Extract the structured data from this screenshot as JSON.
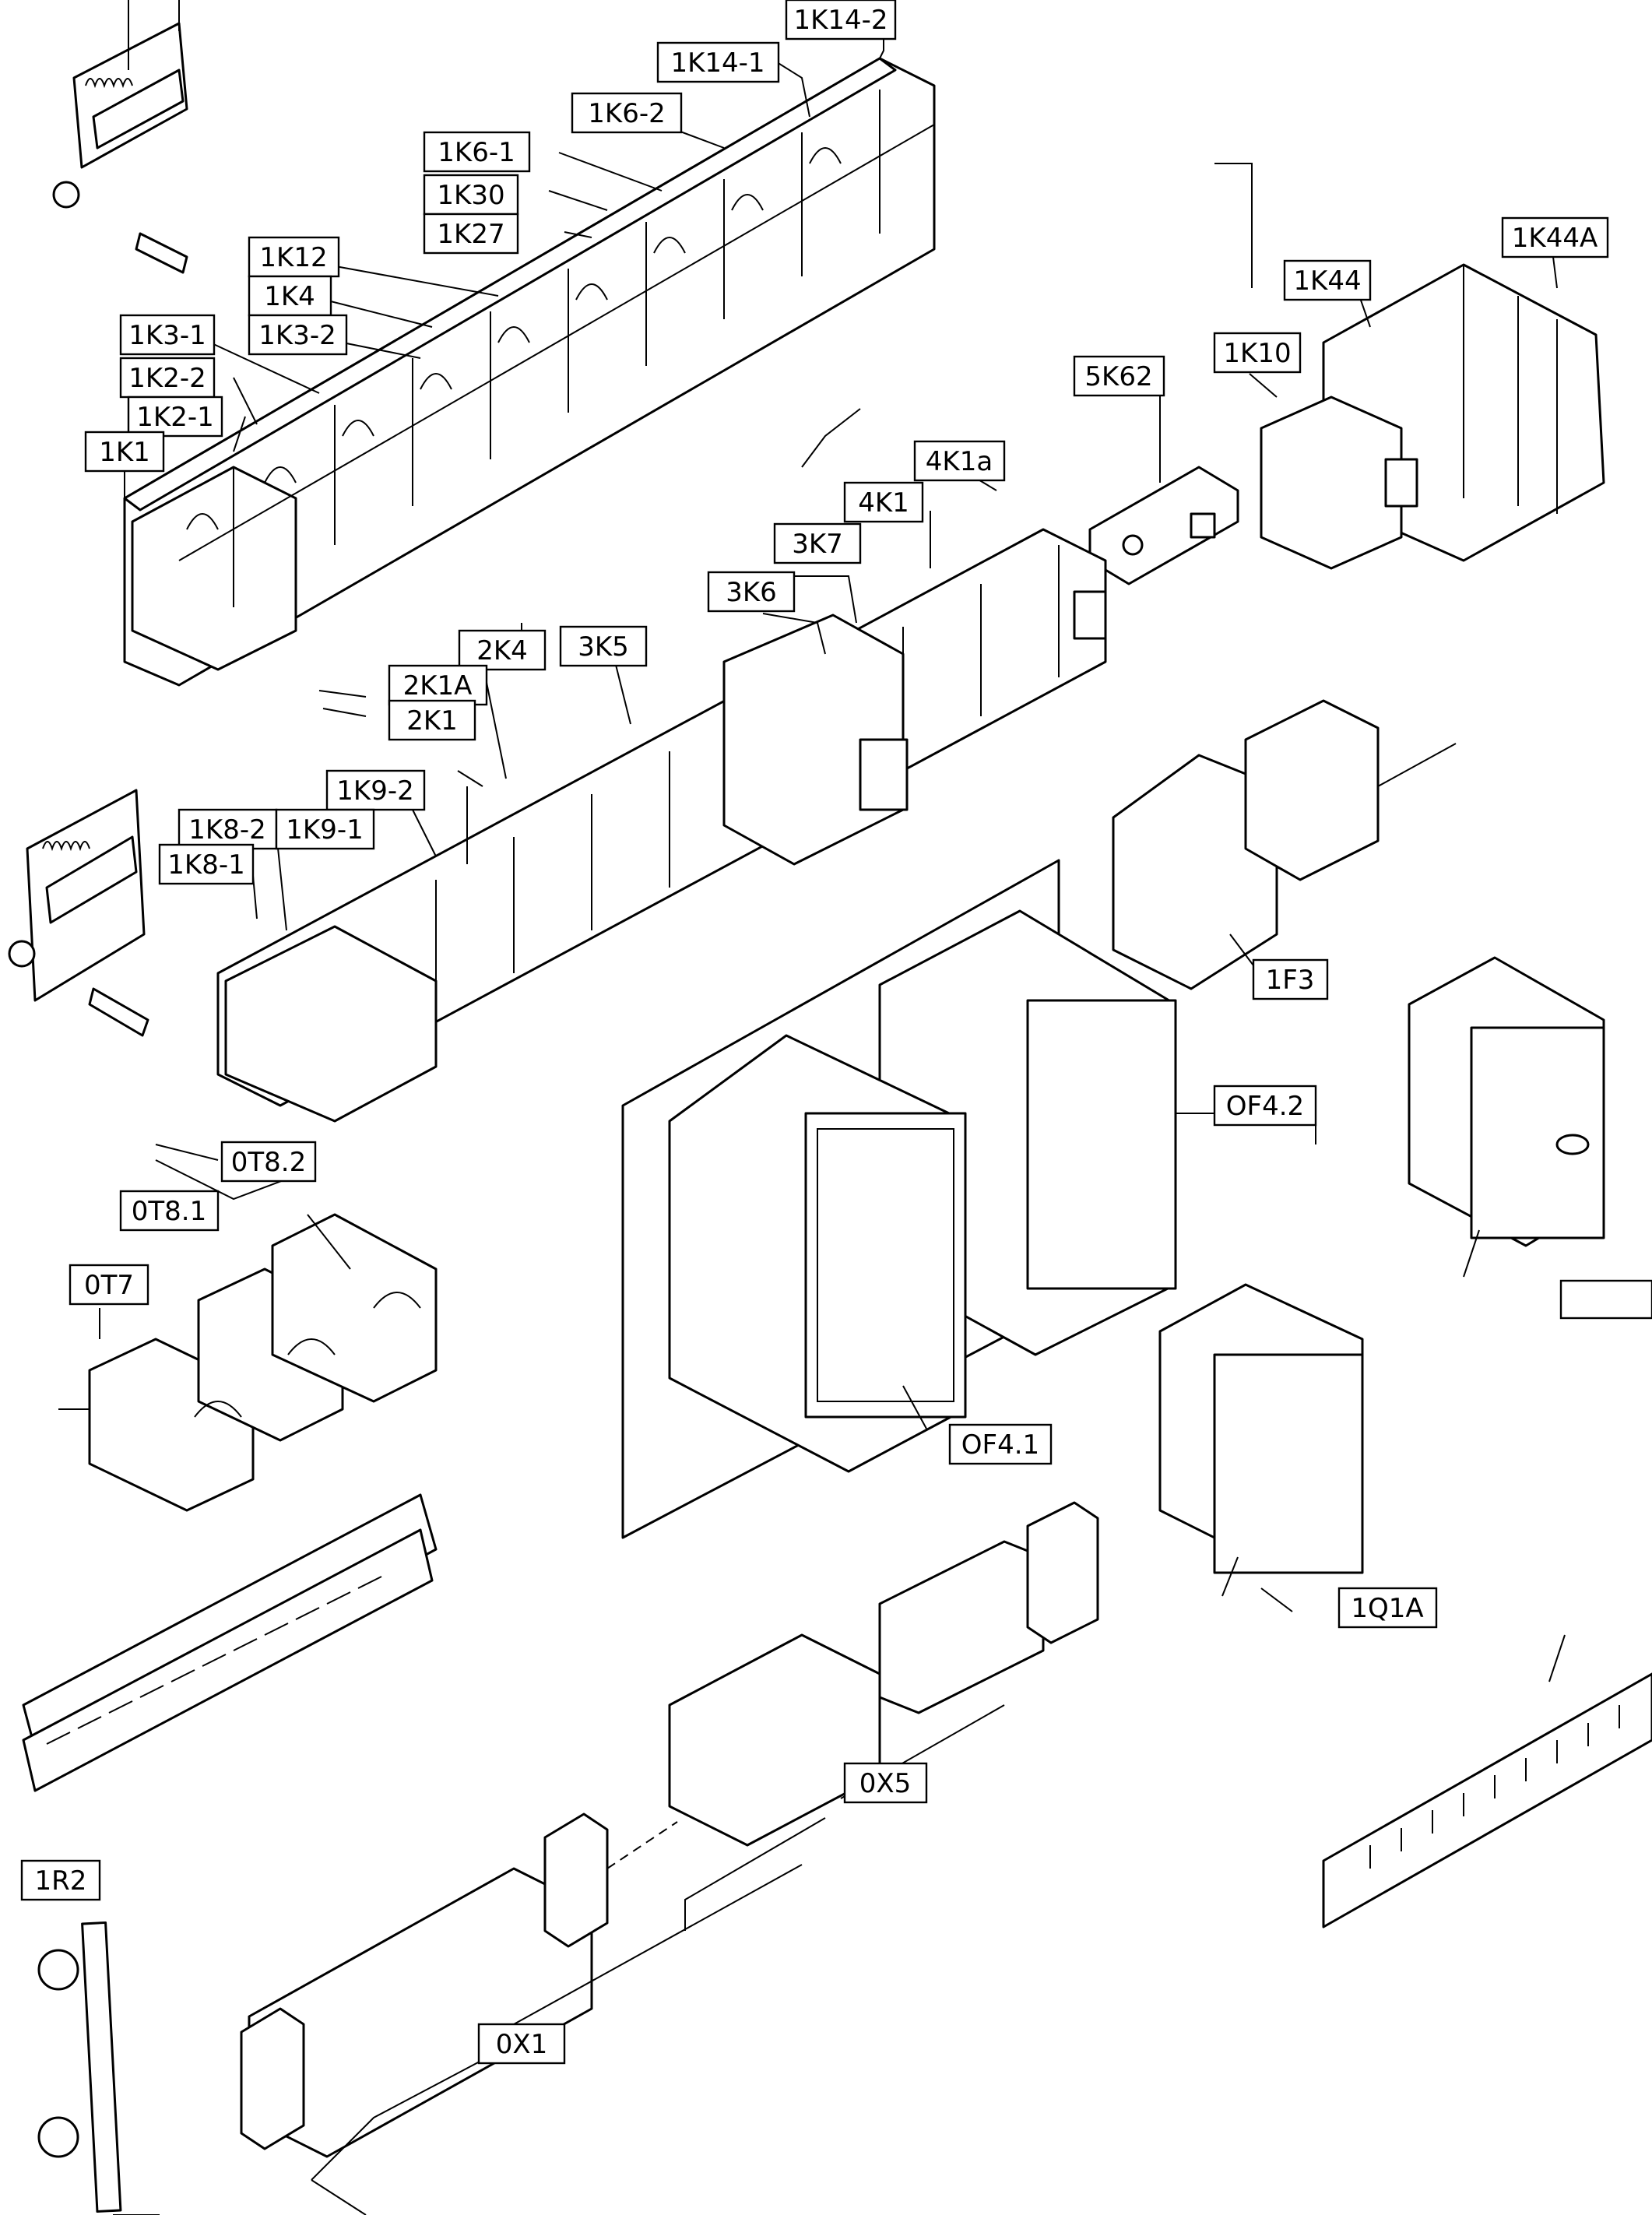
{
  "labels": [
    {
      "id": "1k14-2",
      "text": "1K14-2"
    },
    {
      "id": "1k14-1",
      "text": "1K14-1"
    },
    {
      "id": "1k6-2",
      "text": "1K6-2"
    },
    {
      "id": "1k6-1",
      "text": "1K6-1"
    },
    {
      "id": "1k30",
      "text": "1K30"
    },
    {
      "id": "1k27",
      "text": "1K27"
    },
    {
      "id": "1k12",
      "text": "1K12"
    },
    {
      "id": "1k4",
      "text": "1K4"
    },
    {
      "id": "1k3-2",
      "text": "1K3-2"
    },
    {
      "id": "1k3-1",
      "text": "1K3-1"
    },
    {
      "id": "1k2-2",
      "text": "1K2-2"
    },
    {
      "id": "1k2-1",
      "text": "1K2-1"
    },
    {
      "id": "1k1",
      "text": "1K1"
    },
    {
      "id": "1k44a",
      "text": "1K44A"
    },
    {
      "id": "1k44",
      "text": "1K44"
    },
    {
      "id": "1k10",
      "text": "1K10"
    },
    {
      "id": "5k62",
      "text": "5K62"
    },
    {
      "id": "4k1a",
      "text": "4K1a"
    },
    {
      "id": "4k1",
      "text": "4K1"
    },
    {
      "id": "3k7",
      "text": "3K7"
    },
    {
      "id": "3k6",
      "text": "3K6"
    },
    {
      "id": "2k4",
      "text": "2K4"
    },
    {
      "id": "3k5",
      "text": "3K5"
    },
    {
      "id": "2k1a",
      "text": "2K1A"
    },
    {
      "id": "2k1",
      "text": "2K1"
    },
    {
      "id": "1k9-2",
      "text": "1K9-2"
    },
    {
      "id": "1k8-2",
      "text": "1K8-2"
    },
    {
      "id": "1k9-1",
      "text": "1K9-1"
    },
    {
      "id": "1k8-1",
      "text": "1K8-1"
    },
    {
      "id": "1f3",
      "text": "1F3"
    },
    {
      "id": "of4-2",
      "text": "OF4.2"
    },
    {
      "id": "0t8-2",
      "text": "0T8.2"
    },
    {
      "id": "0t8-1",
      "text": "0T8.1"
    },
    {
      "id": "0t7",
      "text": "0T7"
    },
    {
      "id": "of4-1",
      "text": "OF4.1"
    },
    {
      "id": "1q1a",
      "text": "1Q1A"
    },
    {
      "id": "blank",
      "text": ""
    },
    {
      "id": "0x5",
      "text": "0X5"
    },
    {
      "id": "1r2",
      "text": "1R2"
    },
    {
      "id": "0x1",
      "text": "0X1"
    }
  ]
}
